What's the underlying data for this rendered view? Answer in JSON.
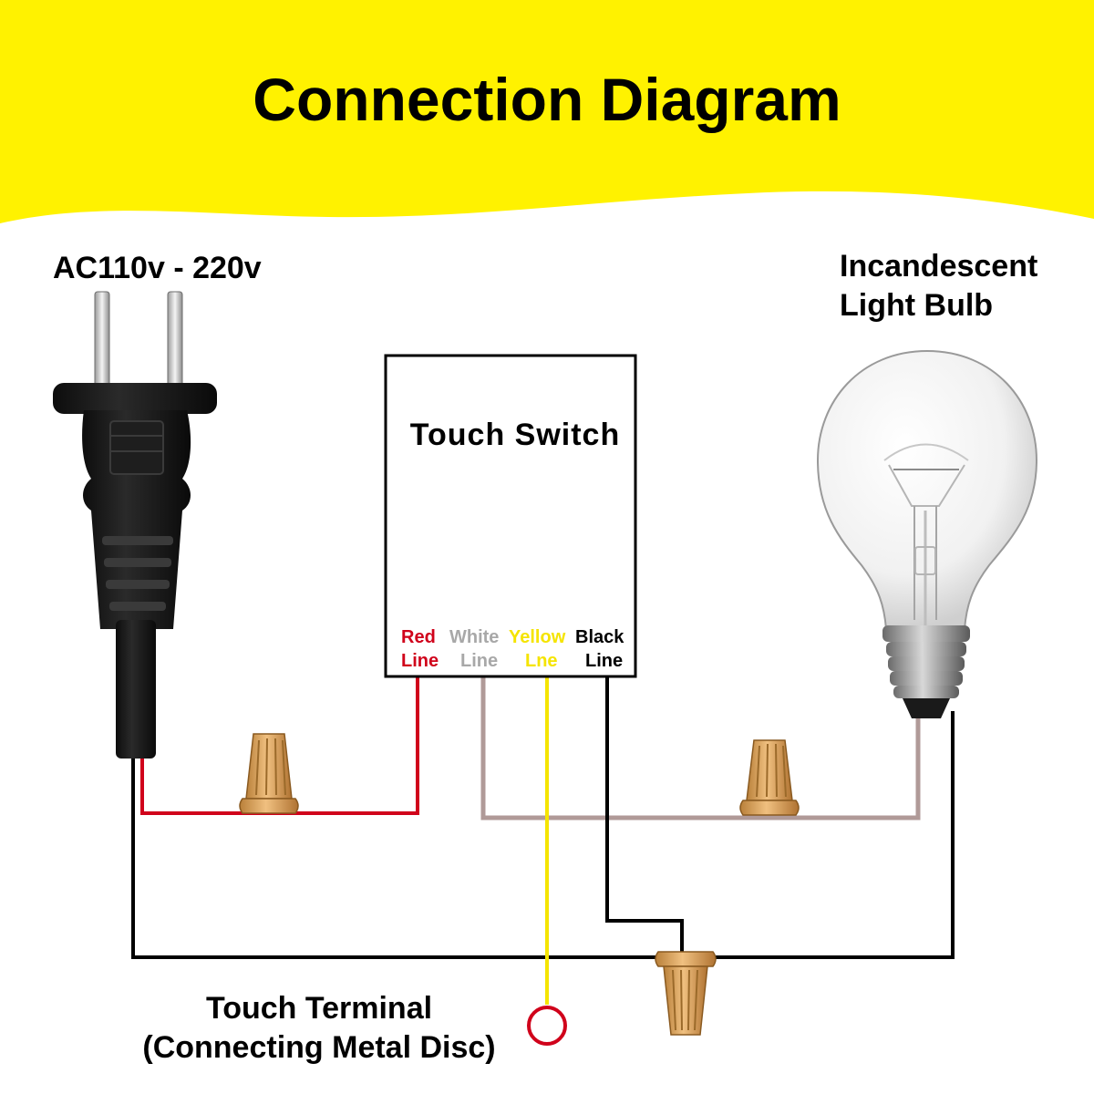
{
  "header": {
    "title": "Connection Diagram",
    "background_color": "#fff200"
  },
  "labels": {
    "power_source": "AC110v - 220v",
    "bulb_line1": "Incandescent",
    "bulb_line2": "Light Bulb",
    "switch": "Touch Switch",
    "touch_terminal_line1": "Touch Terminal",
    "touch_terminal_line2": "(Connecting Metal Disc)"
  },
  "switch_wires": [
    {
      "top": "Red",
      "bottom": "Line",
      "color": "#d0021b"
    },
    {
      "top": "White",
      "bottom": "Line",
      "color": "#a8a8a8"
    },
    {
      "top": "Yellow",
      "bottom": "Lne",
      "color": "#f5e400"
    },
    {
      "top": "Black",
      "bottom": "Line",
      "color": "#000000"
    }
  ],
  "colors": {
    "red_wire": "#d0021b",
    "white_wire": "#b09a98",
    "yellow_wire": "#f5e400",
    "black_wire": "#000000",
    "wire_nut": "#d9a45c",
    "touch_disc": "#d0021b"
  }
}
